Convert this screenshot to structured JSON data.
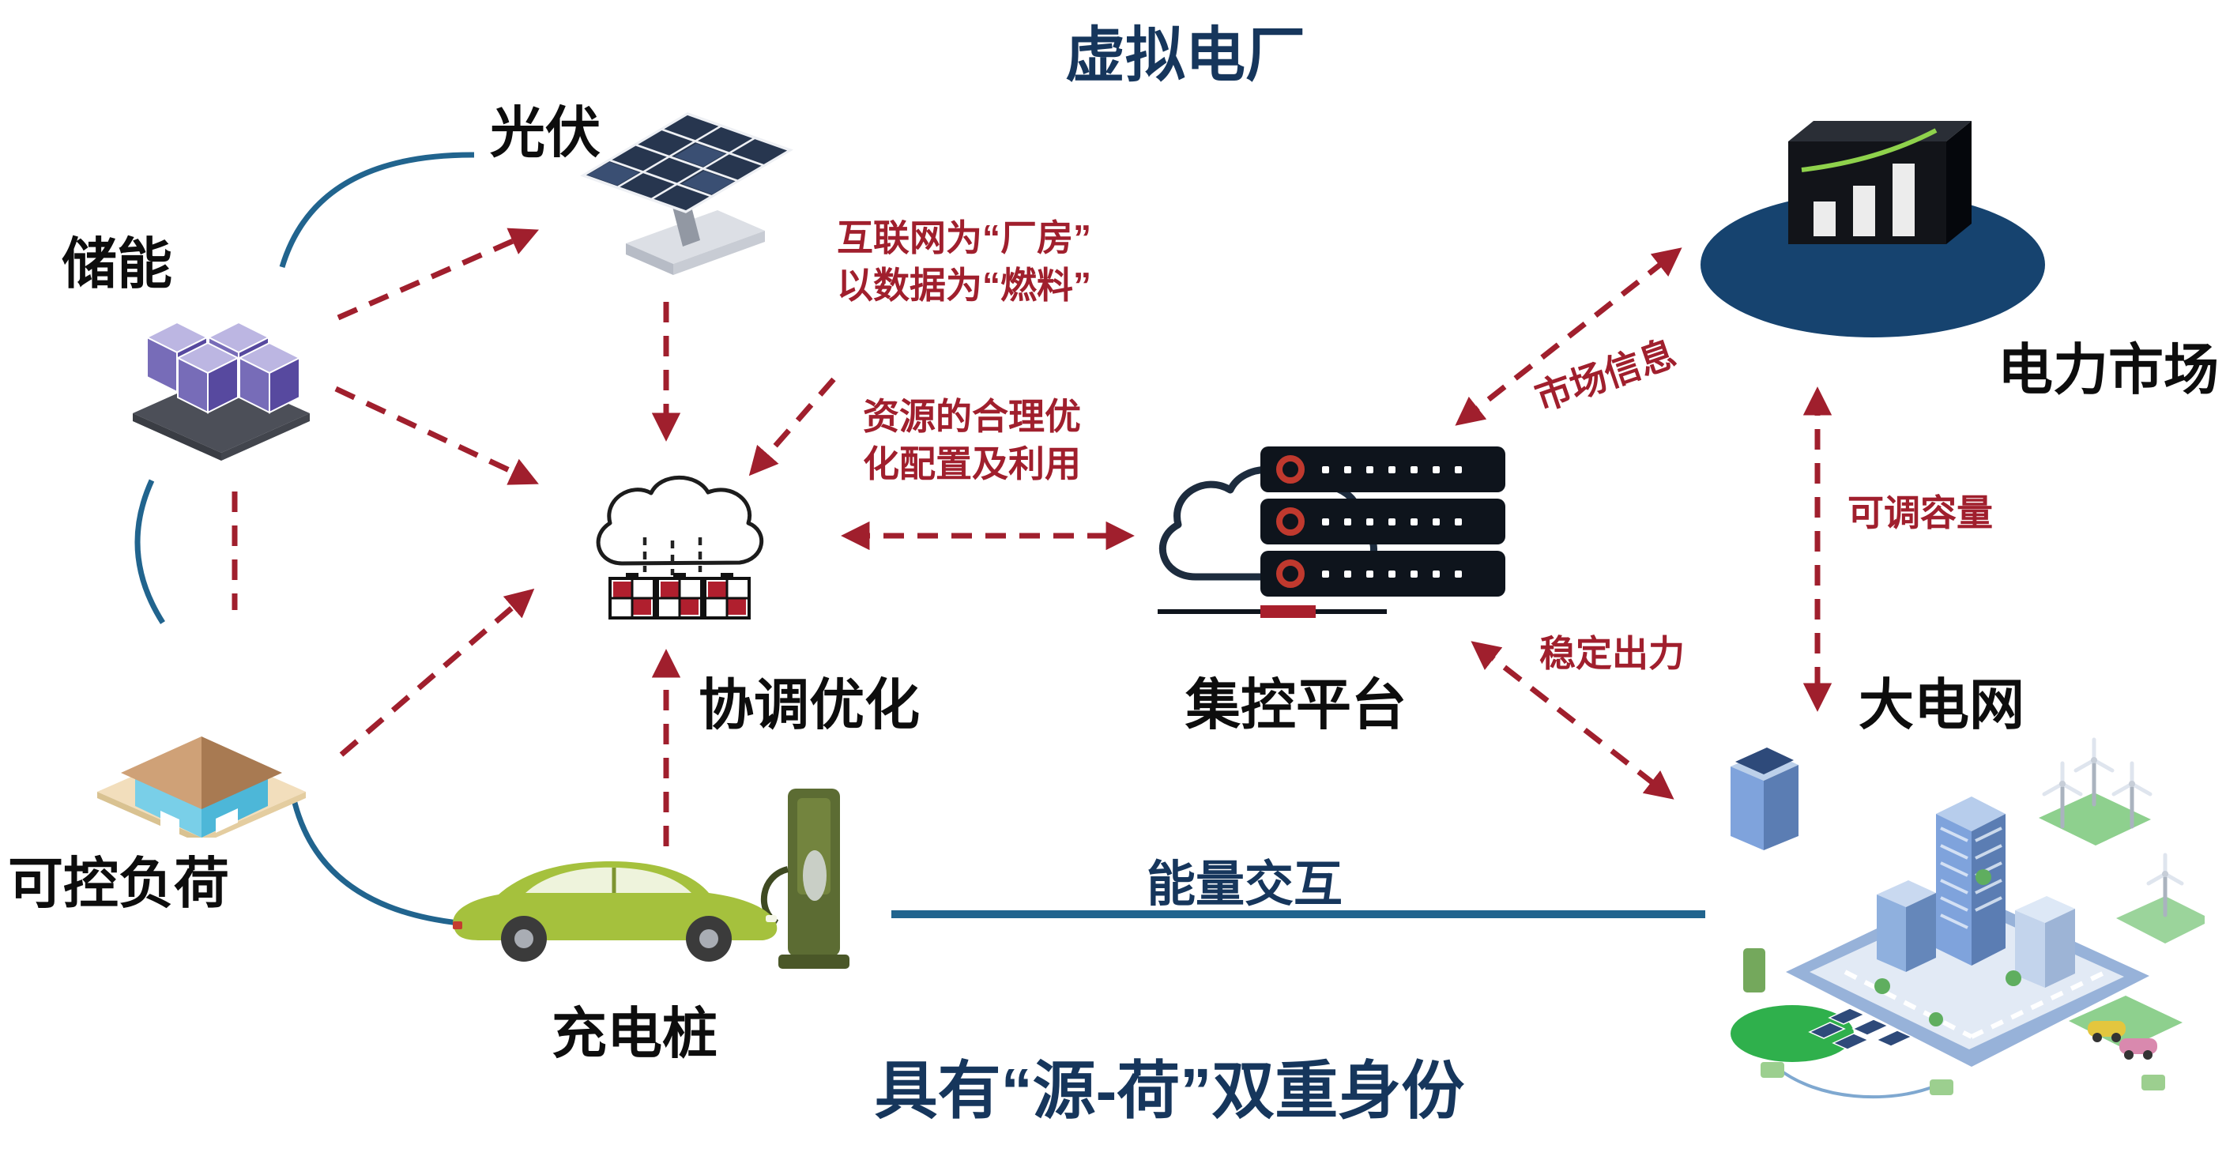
{
  "title": "虚拟电厂",
  "nodes": {
    "pv": "光伏",
    "storage": "储能",
    "load": "可控负荷",
    "charger": "充电桩",
    "coordination": "协调优化",
    "platform": "集控平台",
    "market": "电力市场",
    "grid": "大电网"
  },
  "labels": {
    "internet_line1": "互联网为“厂房”",
    "internet_line2": "以数据为“燃料”",
    "resource_line1": "资源的合理优",
    "resource_line2": "化配置及利用",
    "market_info": "市场信息",
    "adjustable_capacity": "可调容量",
    "stable_output": "稳定出力",
    "energy_exchange": "能量交互",
    "dual_identity": "具有“源-荷”双重身份"
  },
  "colors": {
    "navy_text": "#16365c",
    "arrow_red": "#a01f2d",
    "line_blue": "#21648e"
  }
}
